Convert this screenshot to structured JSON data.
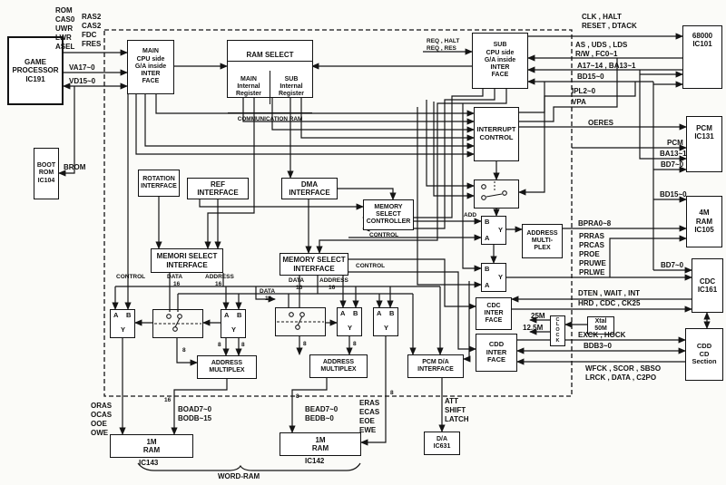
{
  "colors": {
    "line": "#141414",
    "bg": "#fbfbf8",
    "box_bg": "#ffffff"
  },
  "boxes": {
    "game_processor": "GAME\nPROCESSOR\nIC191",
    "boot_rom": "BOOT\nROM\nIC104",
    "main_interface": "MAIN\nCPU side\nG/A inside\nINTER\nFACE",
    "sub_interface": "SUB\nCPU side\nG/A inside\nINTER\nFACE",
    "cpu_68000": "68000\nIC101",
    "pcm": "PCM\nIC131",
    "ram_4m": "4M\nRAM\nIC105",
    "cdc": "CDC\nIC161",
    "cdd_section": "CDD\nCD\nSection",
    "interrupt_control": "INTERRUPT\nCONTROL",
    "memory_select_controller": "MEMORY\nSELECT\nCONTROLLER",
    "rotation_interface": "ROTATION\nINTERFACE",
    "ref_interface": "REF\nINTERFACE",
    "dma_interface": "DMA\nINTERFACE",
    "memori_select_interface": "MEMORI SELECT\nINTERFACE",
    "memory_select_interface": "MEMORY SELECT\nINTERFACE",
    "address_multiplex_right": "ADDRESS\nMULTI-\nPLEX",
    "address_multiplex_left": "ADDRESS\nMULTIPLEX",
    "address_multiplex_center": "ADDRESS\nMULTIPLEX",
    "cdc_interface": "CDC\nINTER\nFACE",
    "cdd_interface": "CDD\nINTER\nFACE",
    "clock": "C\nL\nO\nC\nK",
    "xtal": "Xtal\n50M",
    "pcm_da_interface": "PCM D/A\nINTERFACE",
    "ram_1m_left": "1M\nRAM",
    "ram_1m_right": "1M\nRAM",
    "da_converter": "D/A\nIC631"
  },
  "ram_select": {
    "header": "RAM SELECT",
    "main": "MAIN\nInternal\nRegister",
    "sub": "SUB\nInternal\nRegister",
    "comm": "COMMUNICATION RAM"
  },
  "mux": {
    "a": "A",
    "b": "B",
    "y": "Y"
  },
  "labels": {
    "rom_bundle": "ROM\nCAS0\nUWR\nLWR\nASEL",
    "ras_bundle": "RAS2\nCAS2\nFDC\nFRES",
    "va": "VA17~0",
    "vd": "VD15~0",
    "brom": "BROM",
    "req": "REQ , HALT\nREQ , RES",
    "clk_halt": "CLK , HALT\nRESET , DTACK",
    "as_uds": "AS , UDS , LDS\nR/W , FC0~1",
    "a17": "A17~14 , BA13~1",
    "bd15_top": "BD15~0",
    "ipl": "IPL2~0",
    "vpa": "VPA",
    "oeres": "OERES",
    "pcm_sig": "PCM",
    "ba13": "BA13~1",
    "bd7": "BD7~0",
    "bd15_ram": "BD15~0",
    "bpra": "BPRA0~8",
    "pr_bundle": "PRRAS\nPRCAS\nPROE\nPRUWE\nPRLWE",
    "dten": "DTEN , WAIT , INT",
    "hrd": "HRD , CDC , CK25",
    "m25": "25M",
    "m125": "12.5M",
    "exck": "EXCK , HOCK",
    "bdb3": "BDB3~0",
    "wfck": "WFCK , SCOR , SBSO\nLRCK , DATA , C2PO",
    "att": "ATT\nSHIFT\nLATCH",
    "oras": "ORAS\nOCAS\nOOE\nOWE",
    "boad": "BOAD7~0\nBODB~15",
    "bead": "BEAD7~0\nBEDB~0",
    "eras": "ERAS\nECAS\nEOE\nEWE",
    "word_ram": "WORD-RAM",
    "ic143": "IC143",
    "ic142": "IC142",
    "control": "CONTROL",
    "data": "DATA",
    "address": "ADDRESS",
    "w8": "8",
    "w16": "16",
    "add": "ADD"
  }
}
